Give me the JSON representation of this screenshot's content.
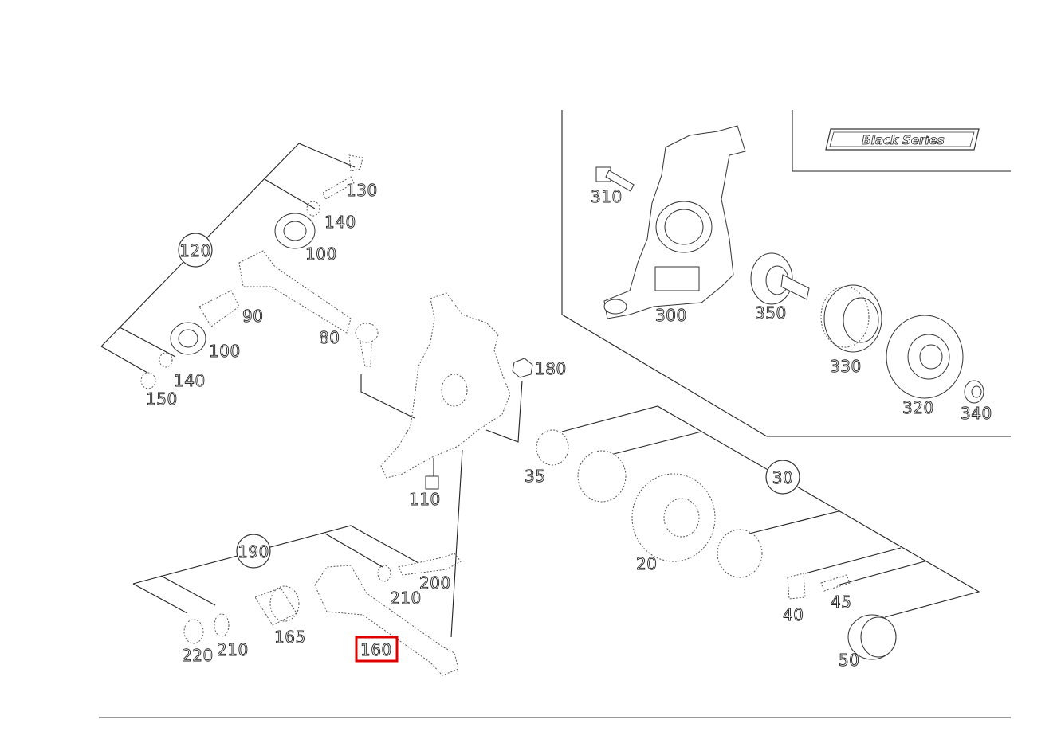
{
  "diagram": {
    "badge": "Black Series",
    "callouts": {
      "c120": "120",
      "c130": "130",
      "c140a": "140",
      "c100a": "100",
      "c90": "90",
      "c100b": "100",
      "c80": "80",
      "c140b": "140",
      "c150": "150",
      "c180": "180",
      "c110": "110",
      "c190": "190",
      "c200": "200",
      "c210a": "210",
      "c165": "165",
      "c210b": "210",
      "c220": "220",
      "c160": "160",
      "c35": "35",
      "c30": "30",
      "c20": "20",
      "c40": "40",
      "c45": "45",
      "c50": "50",
      "c310": "310",
      "c300": "300",
      "c350": "350",
      "c330": "330",
      "c320": "320",
      "c340": "340"
    },
    "highlighted_callout": "160",
    "highlight_color": "#e00000"
  }
}
